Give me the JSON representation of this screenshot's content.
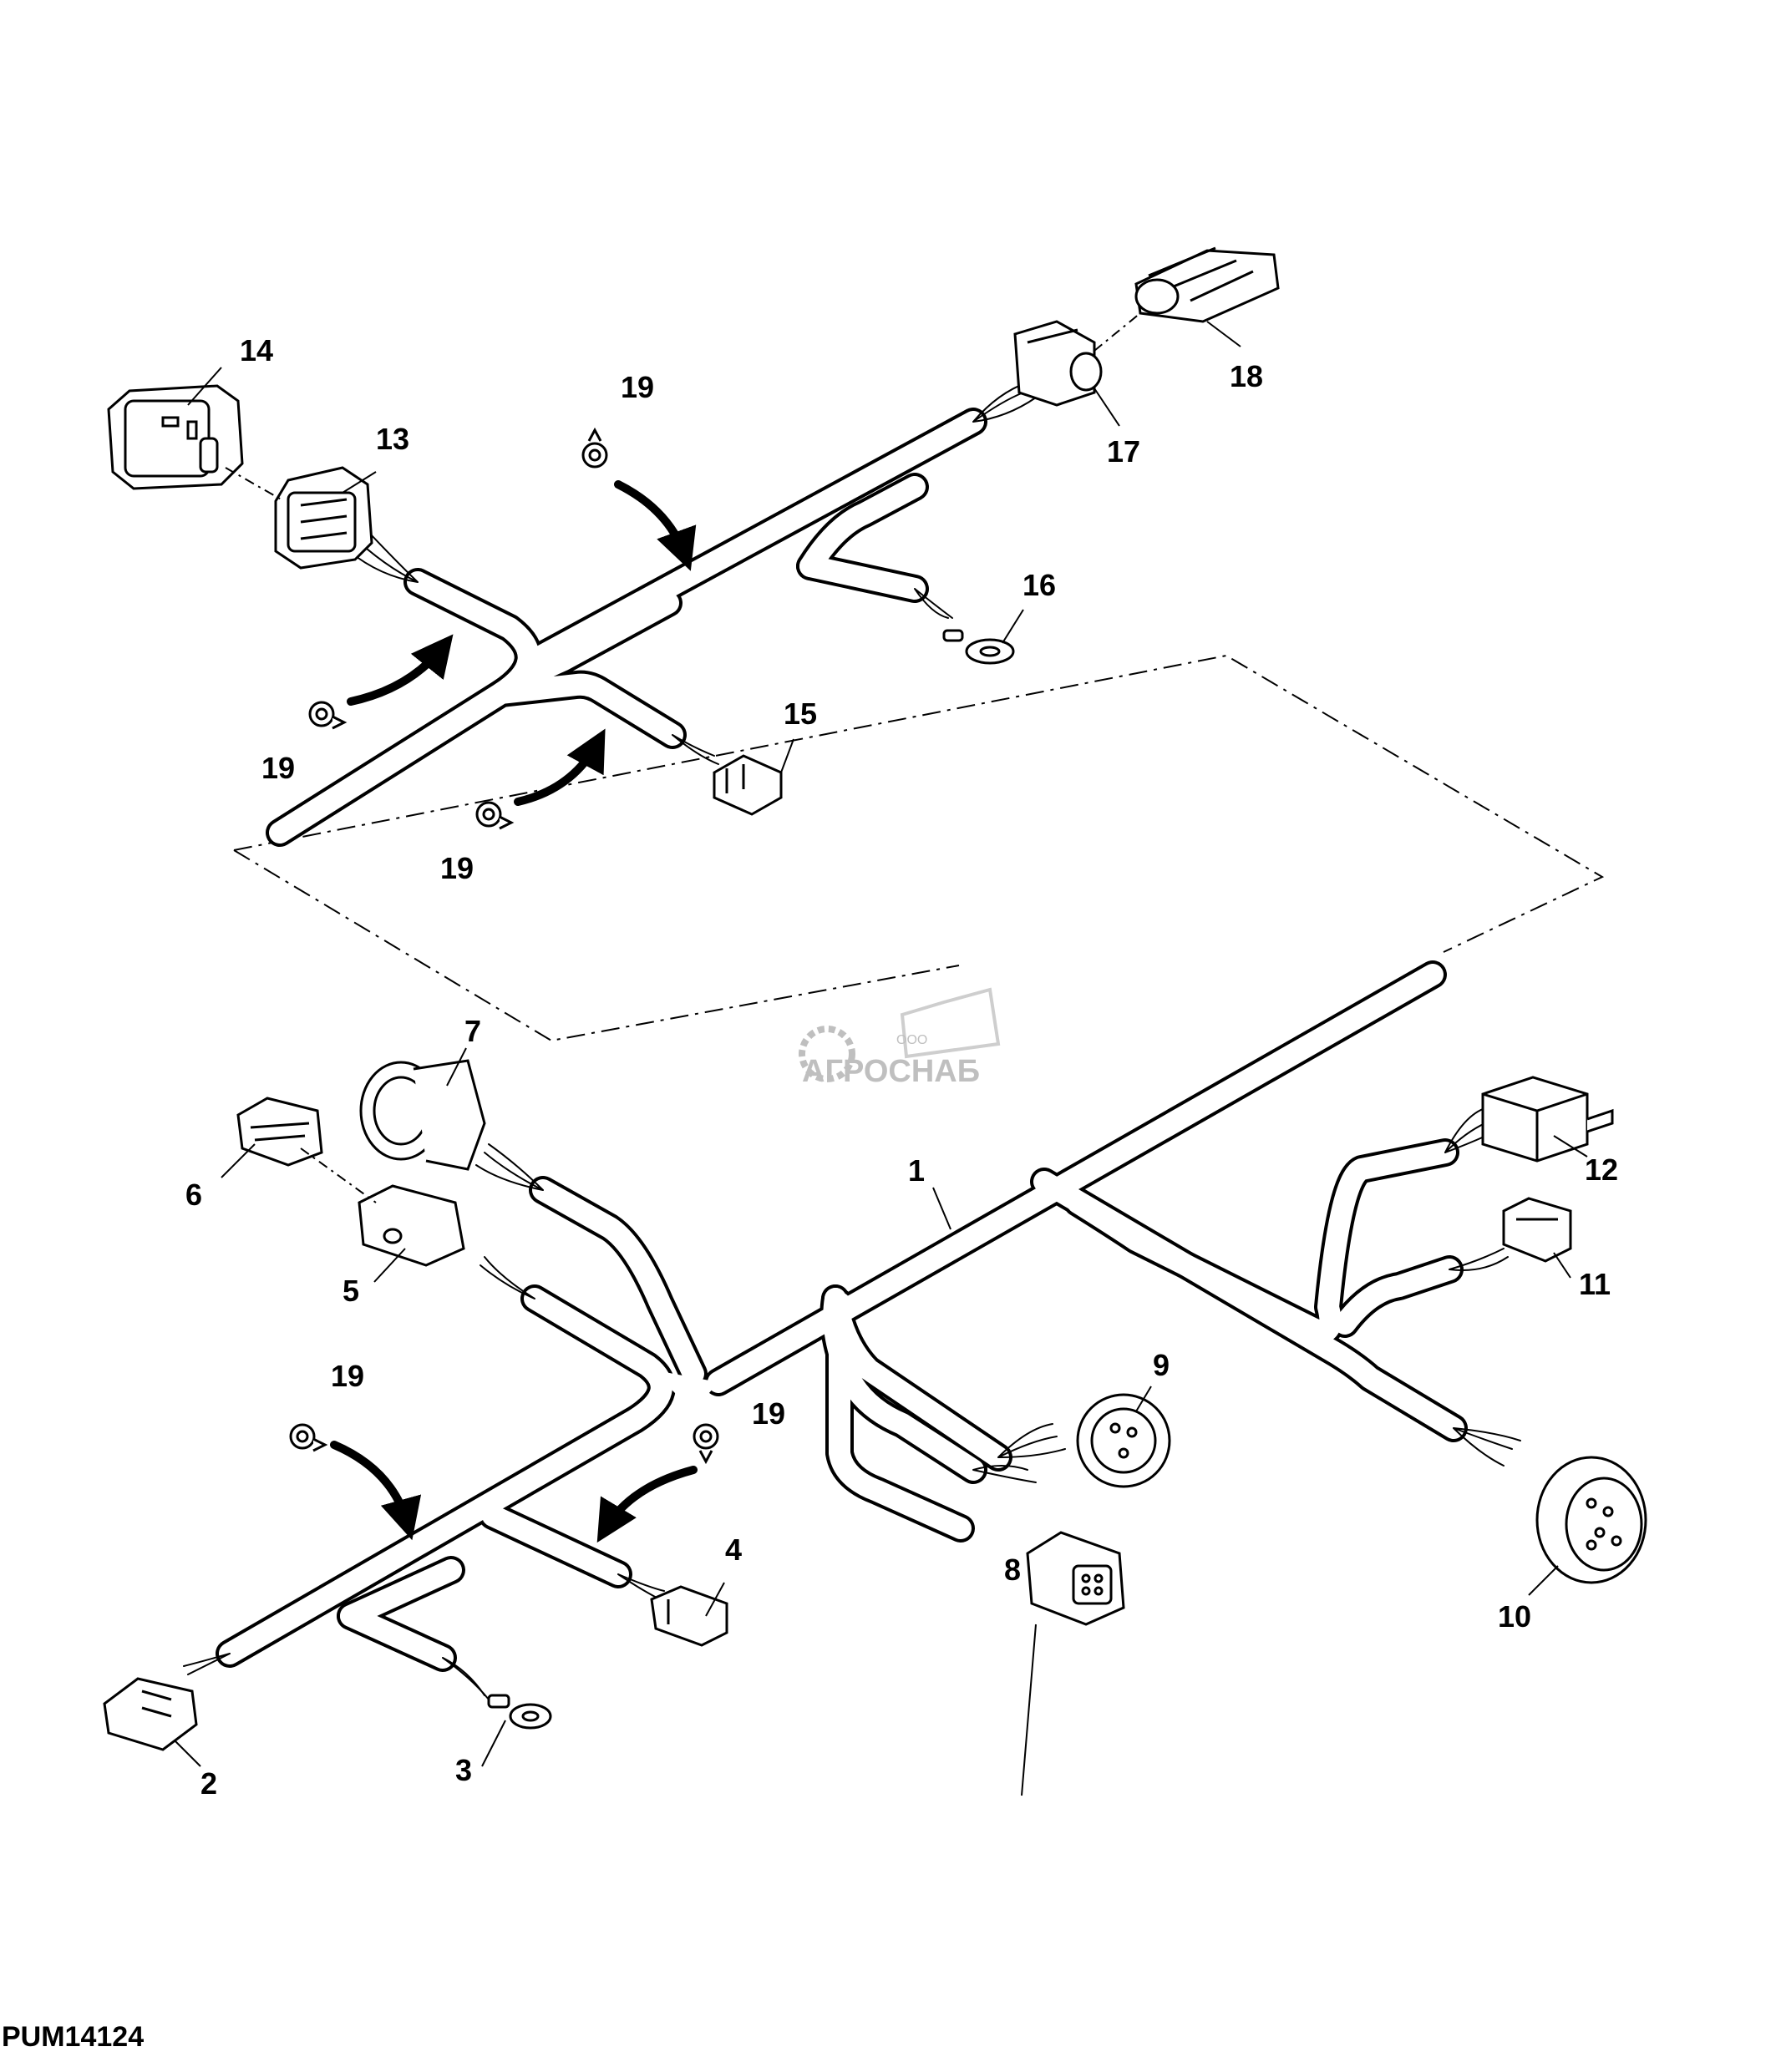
{
  "figure_id": "PUM14124",
  "watermark": {
    "small": "ООО",
    "brand": "АГРОСНАБ"
  },
  "callouts": {
    "c1": "1",
    "c2": "2",
    "c3": "3",
    "c4": "4",
    "c5": "5",
    "c6": "6",
    "c7": "7",
    "c8": "8",
    "c9": "9",
    "c10": "10",
    "c11": "11",
    "c12": "12",
    "c13": "13",
    "c14": "14",
    "c15": "15",
    "c16": "16",
    "c17": "17",
    "c18": "18",
    "c19a": "19",
    "c19b": "19",
    "c19c": "19",
    "c19d": "19",
    "c19e": "19"
  },
  "colors": {
    "line": "#000000",
    "background": "#ffffff",
    "watermark": "#b9b9b9"
  }
}
